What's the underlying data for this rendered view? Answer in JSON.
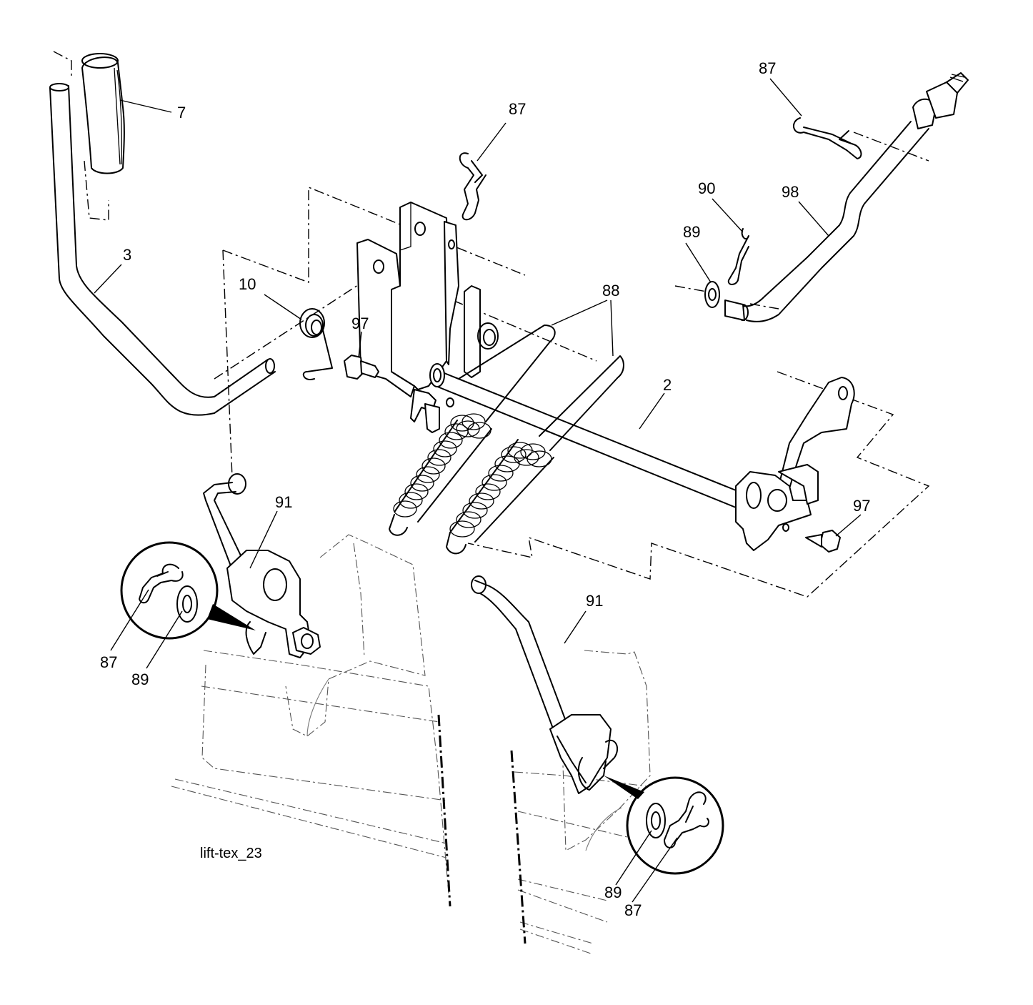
{
  "diagram": {
    "caption": "lift-tex_23",
    "labels": {
      "lift_lever_handle_grip": "7",
      "lift_lever": "3",
      "torsion_spring": "10",
      "bolt_left": "97",
      "hairpin_clip_top": "87",
      "cross_shaft": "2",
      "extension_springs": "88",
      "bolt_right": "97",
      "hairpin_clip_upper_right": "87",
      "clip_90": "90",
      "washer_upper_right": "89",
      "adjustment_rod": "98",
      "link_left": "91",
      "link_right": "91",
      "left_callout_clip": "87",
      "left_callout_washer": "89",
      "right_callout_washer": "89",
      "right_callout_clip": "87"
    }
  }
}
